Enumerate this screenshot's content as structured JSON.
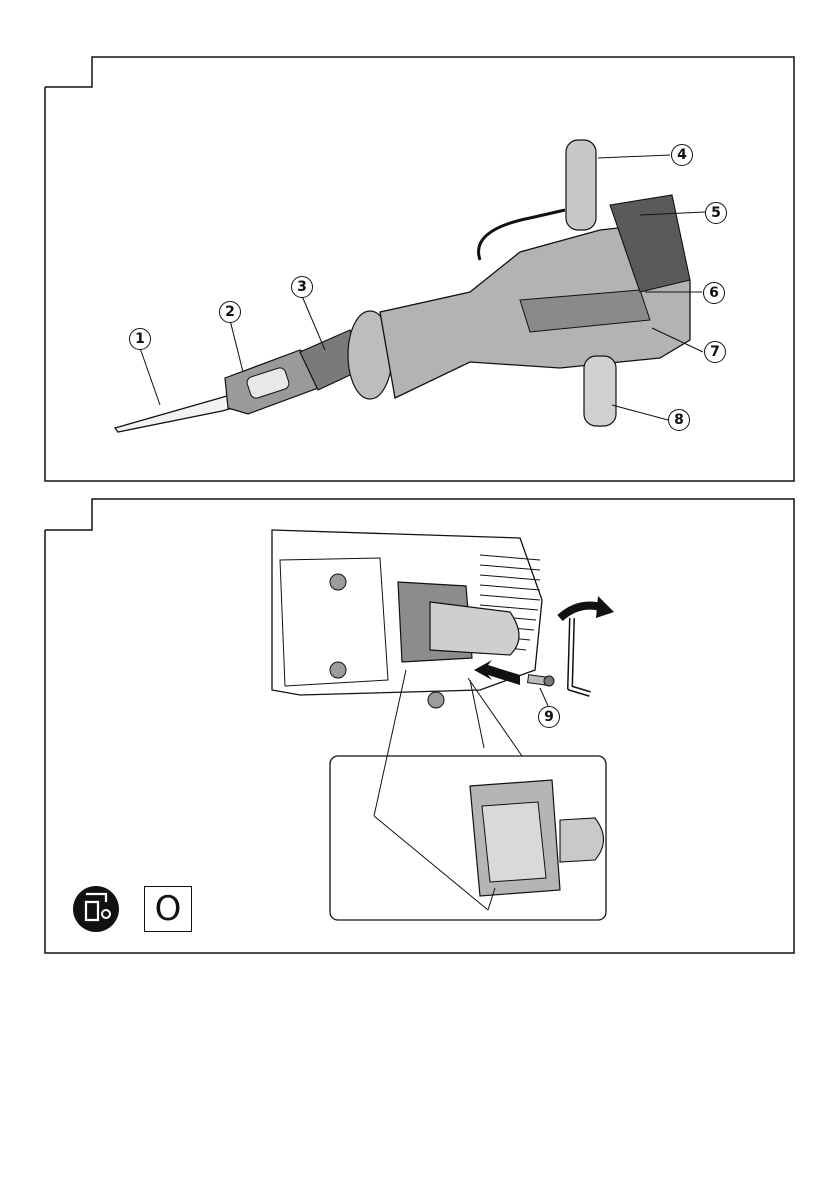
{
  "figure1": {
    "callouts": [
      "1",
      "2",
      "3",
      "4",
      "5",
      "6",
      "7",
      "8"
    ]
  },
  "figure2": {
    "callouts": [
      "9"
    ],
    "symbol_box_text": "O",
    "icons": [
      "unplug-icon"
    ]
  }
}
